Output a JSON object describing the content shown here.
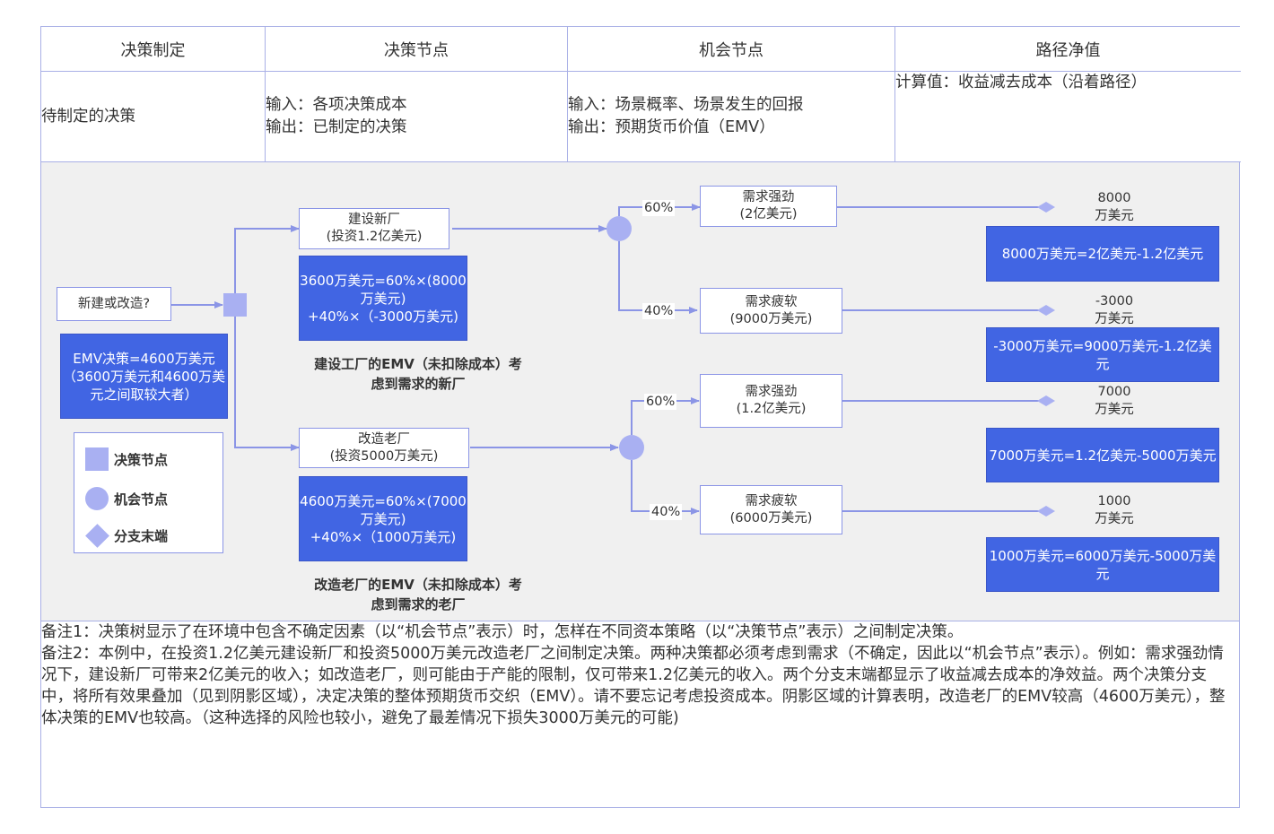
{
  "table": {
    "headers": [
      "决策制定",
      "决策节点",
      "机会节点",
      "路径净值"
    ],
    "cells": [
      "待制定的决策",
      "输入：各项决策成本\n输出：已制定的决策",
      "输入：场景概率、场景发生的回报\n输出：预期货币价值（EMV）",
      "计算值：收益减去成本（沿着路径）"
    ]
  },
  "diagram": {
    "start_box": "新建或改造?",
    "emv_decision": "EMV决策=4600万美元（3600万美元和4600万美元之间取较大者）",
    "option_new": "建设新厂\n(投资1.2亿美元)",
    "option_old": "改造老厂\n(投资5000万美元)",
    "emv_new": "3600万美元=60%×(8000万美元)\n+40%×（-3000万美元)",
    "emv_old": "4600万美元=60%×(7000万美元)\n+40%×（1000万美元)",
    "caption_new": "建设工厂的EMV（未扣除成本）考\n虑到需求的新厂",
    "caption_old": "改造老厂的EMV（未扣除成本）考\n虑到需求的老厂",
    "pcts": [
      "60%",
      "40%",
      "60%",
      "40%"
    ],
    "outcomes": [
      "需求强劲\n(2亿美元)",
      "需求疲软\n(9000万美元)",
      "需求强劲\n(1.2亿美元)",
      "需求疲软\n(6000万美元)"
    ],
    "values": [
      "8000\n万美元",
      "-3000\n万美元",
      "7000\n万美元",
      "1000\n万美元"
    ],
    "calcs": [
      "8000万美元=2亿美元-1.2亿美元",
      "-3000万美元=9000万美元-1.2亿美元",
      "7000万美元=1.2亿美元-5000万美元",
      "1000万美元=6000万美元-5000万美元"
    ],
    "legend": [
      "决策节点",
      "机会节点",
      "分支末端"
    ],
    "colors": {
      "node": "#a9b0f2",
      "line": "#8b95e6",
      "emv_box": "#4165e3",
      "shaded": "#f0f0f0"
    }
  },
  "notes": [
    "备注1：决策树显示了在环境中包含不确定因素（以“机会节点”表示）时，怎样在不同资本策略（以“决策节点”表示）之间制定决策。",
    "备注2：本例中，在投资1.2亿美元建设新厂和投资5000万美元改造老厂之间制定决策。两种决策都必须考虑到需求（不确定，因此以“机会节点”表示）。例如：需求强劲情况下，建设新厂可带来2亿美元的收入；如改造老厂，则可能由于产能的限制，仅可带来1.2亿美元的收入。两个分支末端都显示了收益减去成本的净效益。两个决策分支中，将所有效果叠加（见到阴影区域），决定决策的整体预期货币交织（EMV）。请不要忘记考虑投资成本。阴影区域的计算表明，改造老厂的EMV较高（4600万美元），整体决策的EMV也较高。（这种选择的风险也较小，避免了最差情况下损失3000万美元的可能)"
  ]
}
